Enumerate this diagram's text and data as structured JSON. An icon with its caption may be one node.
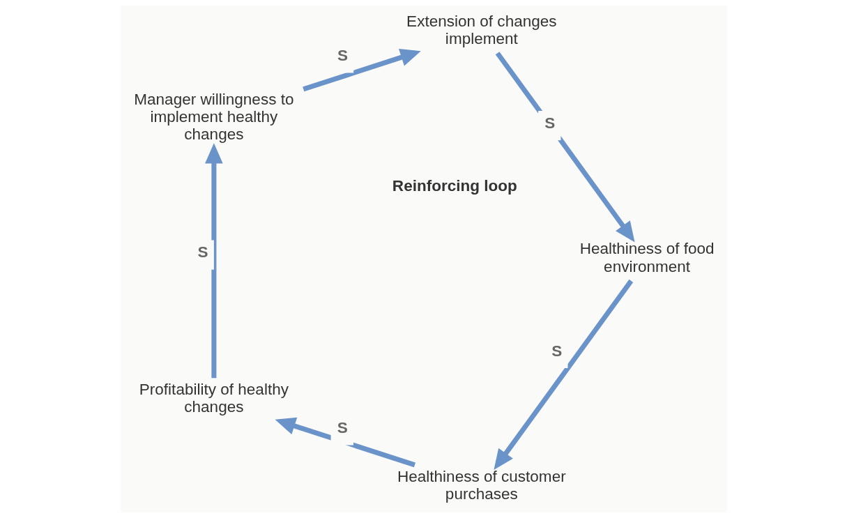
{
  "diagram": {
    "nodes": [
      {
        "text": [
          "Healthiness of customer purchases"
        ]
      },
      {
        "text": [
          "Profitability of healthy changes"
        ]
      },
      {
        "text": [
          "Manager willingness to implement healthy changes"
        ]
      },
      {
        "text": [
          "Extension of changes implement"
        ]
      },
      {
        "text": [
          "Healthiness of food environment"
        ]
      }
    ],
    "edges": [
      {
        "from": 0,
        "to": 1,
        "arrow": "to",
        "label": "S"
      },
      {
        "from": 1,
        "to": 2,
        "arrow": "to",
        "label": "S"
      },
      {
        "from": 2,
        "to": 3,
        "arrow": "to",
        "label": "S"
      },
      {
        "from": 3,
        "to": 4,
        "arrow": "to",
        "label": "S"
      },
      {
        "from": 4,
        "to": 0,
        "arrow": "to",
        "label": "S"
      }
    ],
    "labels": [
      "Reinforcing loop"
    ]
  }
}
